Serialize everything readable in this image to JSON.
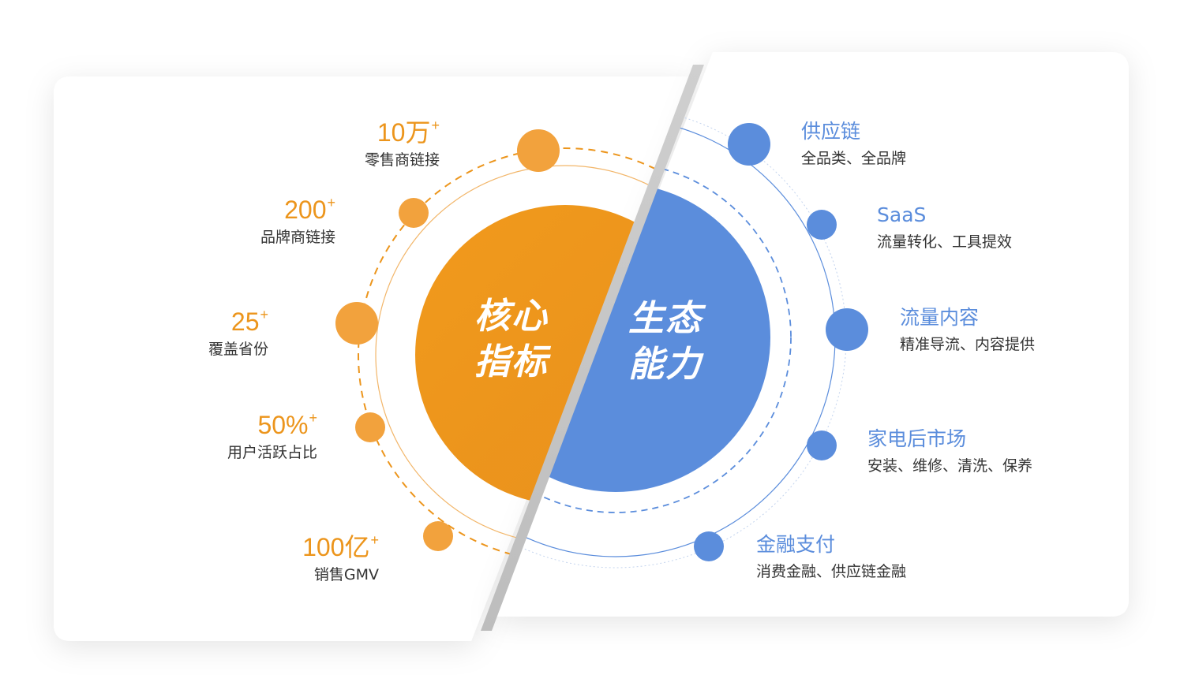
{
  "colors": {
    "orange": "#ec951c",
    "blue": "#5b8ddc",
    "text": "#333333"
  },
  "center": {
    "left_label": "核心\n指标",
    "right_label": "生态\n能力"
  },
  "core_metrics": [
    {
      "value": "10万",
      "sup": "+",
      "label": "零售商链接"
    },
    {
      "value": "200",
      "sup": "+",
      "label": "品牌商链接"
    },
    {
      "value": "25",
      "sup": "+",
      "label": "覆盖省份"
    },
    {
      "value": "50%",
      "sup": "+",
      "label": "用户活跃占比"
    },
    {
      "value": "100亿",
      "sup": "+",
      "label": "销售GMV"
    }
  ],
  "ecosystem": [
    {
      "title": "供应链",
      "desc": "全品类、全品牌"
    },
    {
      "title": "SaaS",
      "desc": "流量转化、工具提效"
    },
    {
      "title": "流量内容",
      "desc": "精准导流、内容提供"
    },
    {
      "title": "家电后市场",
      "desc": "安装、维修、清洗、保养"
    },
    {
      "title": "金融支付",
      "desc": "消费金融、供应链金融"
    }
  ]
}
